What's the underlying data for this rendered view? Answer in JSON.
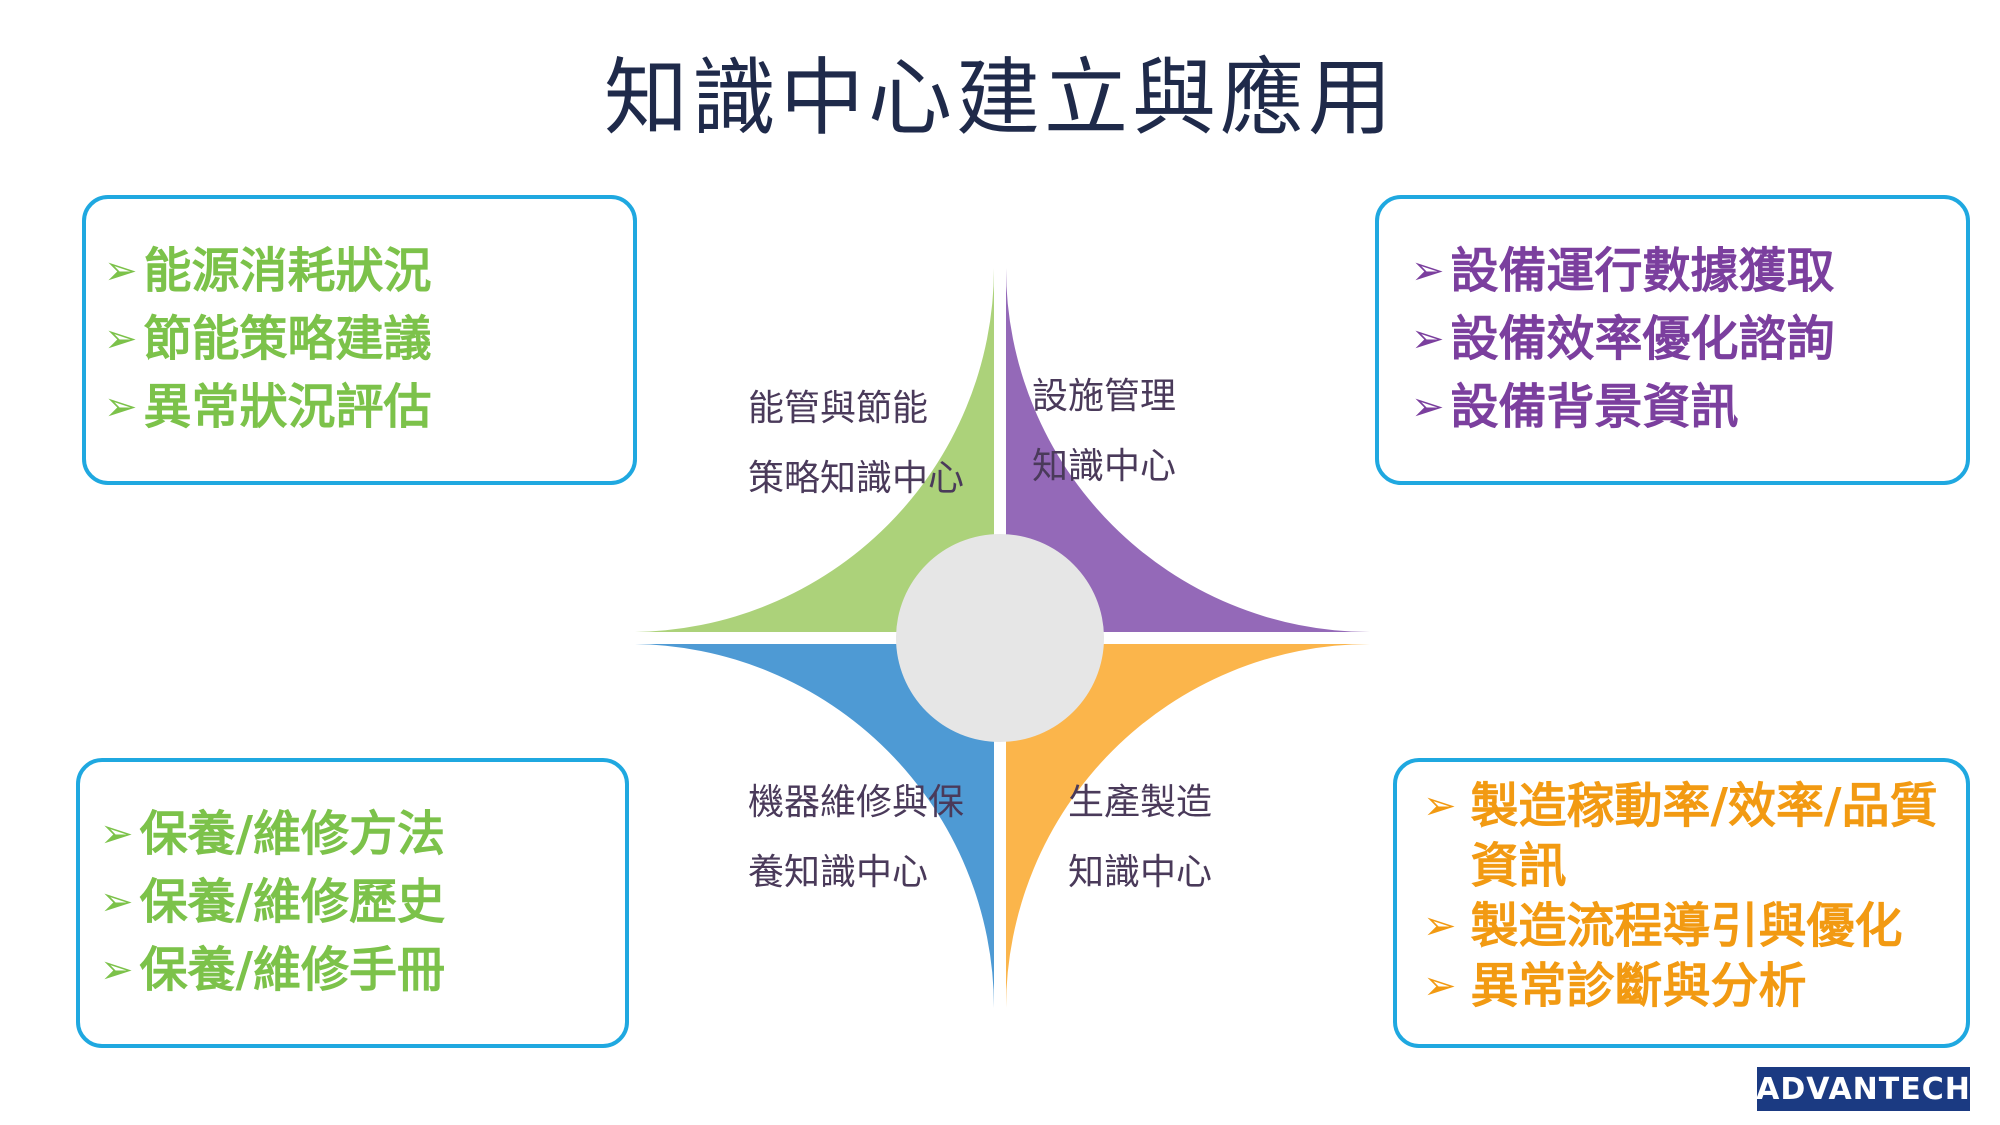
{
  "title": "知識中心建立與應用",
  "arrow_glyph": "➢",
  "colors": {
    "green": "#acd27a",
    "purple": "#9469b8",
    "blue": "#4e9ad4",
    "orange": "#fbb54b",
    "center": "#e6e6e6",
    "box_border": "#1fa8e0",
    "green_text": "#7cc24a",
    "purple_text": "#7b3f9e",
    "orange_text": "#f29a12"
  },
  "quadrants": [
    {
      "name": "energy",
      "color": "green",
      "lines": [
        "能管與節能",
        "策略知識中心"
      ]
    },
    {
      "name": "facility",
      "color": "purple",
      "lines": [
        "設施管理",
        "知識中心"
      ]
    },
    {
      "name": "maintenance",
      "color": "blue",
      "lines": [
        "機器維修與保",
        "養知識中心"
      ]
    },
    {
      "name": "production",
      "color": "orange",
      "lines": [
        "生產製造",
        "知識中心"
      ]
    }
  ],
  "boxes": {
    "top_left": [
      "能源消耗狀況",
      "節能策略建議",
      "異常狀況評估"
    ],
    "top_right": [
      "設備運行數據獲取",
      "設備效率優化諮詢",
      "設備背景資訊"
    ],
    "bottom_left": [
      "保養/維修方法",
      "保養/維修歷史",
      "保養/維修手冊"
    ],
    "bottom_right": [
      "製造稼動率/效率/品質資訊",
      "製造流程導引與優化",
      "異常診斷與分析"
    ]
  },
  "logo_text": "ADVANTECH"
}
